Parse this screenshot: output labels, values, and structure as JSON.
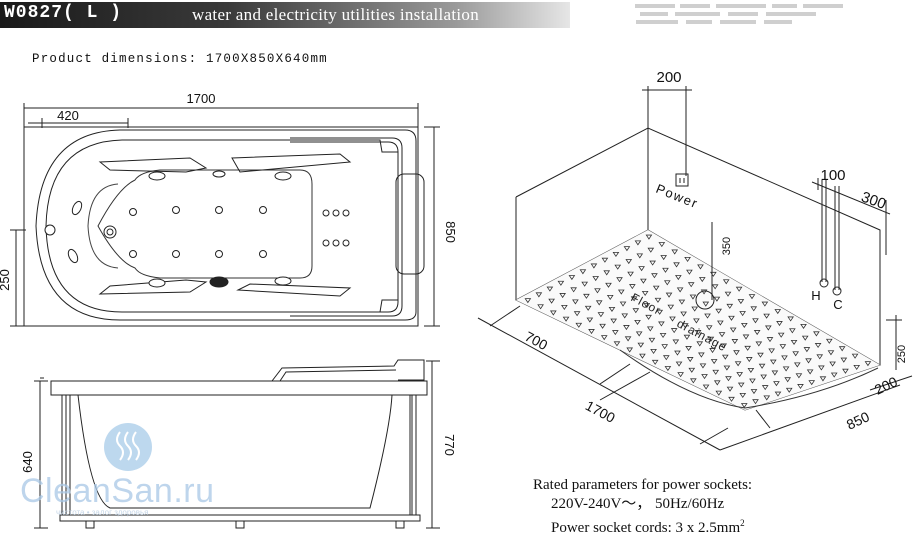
{
  "header": {
    "model": "W0827( L )",
    "title": "water and electricity utilities installation"
  },
  "dimensions_line": "Product dimensions: 1700X850X640mm",
  "top_view": {
    "length": "1700",
    "offset": "420",
    "width": "850",
    "side": "250"
  },
  "side_view": {
    "total_height": "770",
    "tub_height": "640"
  },
  "iso_view": {
    "dim_200_top": "200",
    "dim_100": "100",
    "dim_300": "300",
    "dim_350": "350",
    "dim_250": "250",
    "dim_200_right": "200",
    "dim_850": "850",
    "dim_1700": "1700",
    "dim_700": "700",
    "label_power": "Power",
    "label_h": "H",
    "label_c": "C",
    "label_floor": "Floor",
    "label_drainage": "drainage"
  },
  "rated": {
    "line1": "Rated parameters for power sockets:",
    "line2": "220V-240V〜， 50Hz/60Hz",
    "line3_prefix": "Power socket cords: 3 x 2.5mm",
    "line3_sup": "2"
  },
  "watermark": {
    "name": "CleanSan.ru",
    "tagline": "чистота • залог здоровья"
  }
}
